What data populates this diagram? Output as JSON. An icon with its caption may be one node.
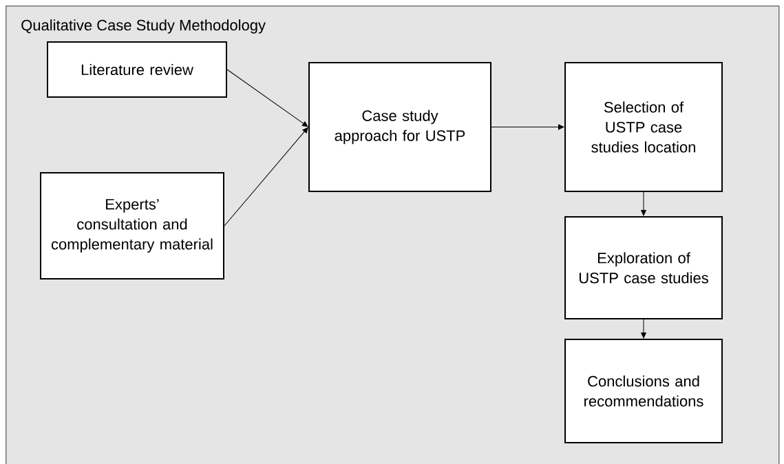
{
  "diagram": {
    "nodes": [
      {
        "text": [
          "Qualitative Case Study Methodology"
        ]
      },
      {
        "text": [
          "Literature review"
        ],
        "in": 0
      },
      {
        "text": [
          "Experts’ consultation and complementary material"
        ],
        "in": 0
      },
      {
        "text": [
          "Case study approach for USTP"
        ],
        "in": 0
      },
      {
        "text": [
          "Selection of USTP case studies location"
        ],
        "in": 0
      },
      {
        "text": [
          "Exploration of USTP case studies"
        ],
        "in": 0
      },
      {
        "text": [
          "Conclusions and recommendations"
        ],
        "in": 0
      }
    ],
    "edges": [
      {
        "from": 1,
        "to": 3,
        "arrow": "to"
      },
      {
        "from": 2,
        "to": 3,
        "arrow": "to"
      },
      {
        "from": 3,
        "to": 4,
        "arrow": "to"
      },
      {
        "from": 4,
        "to": 5,
        "arrow": "to"
      },
      {
        "from": 5,
        "to": 6,
        "arrow": "to"
      }
    ]
  }
}
